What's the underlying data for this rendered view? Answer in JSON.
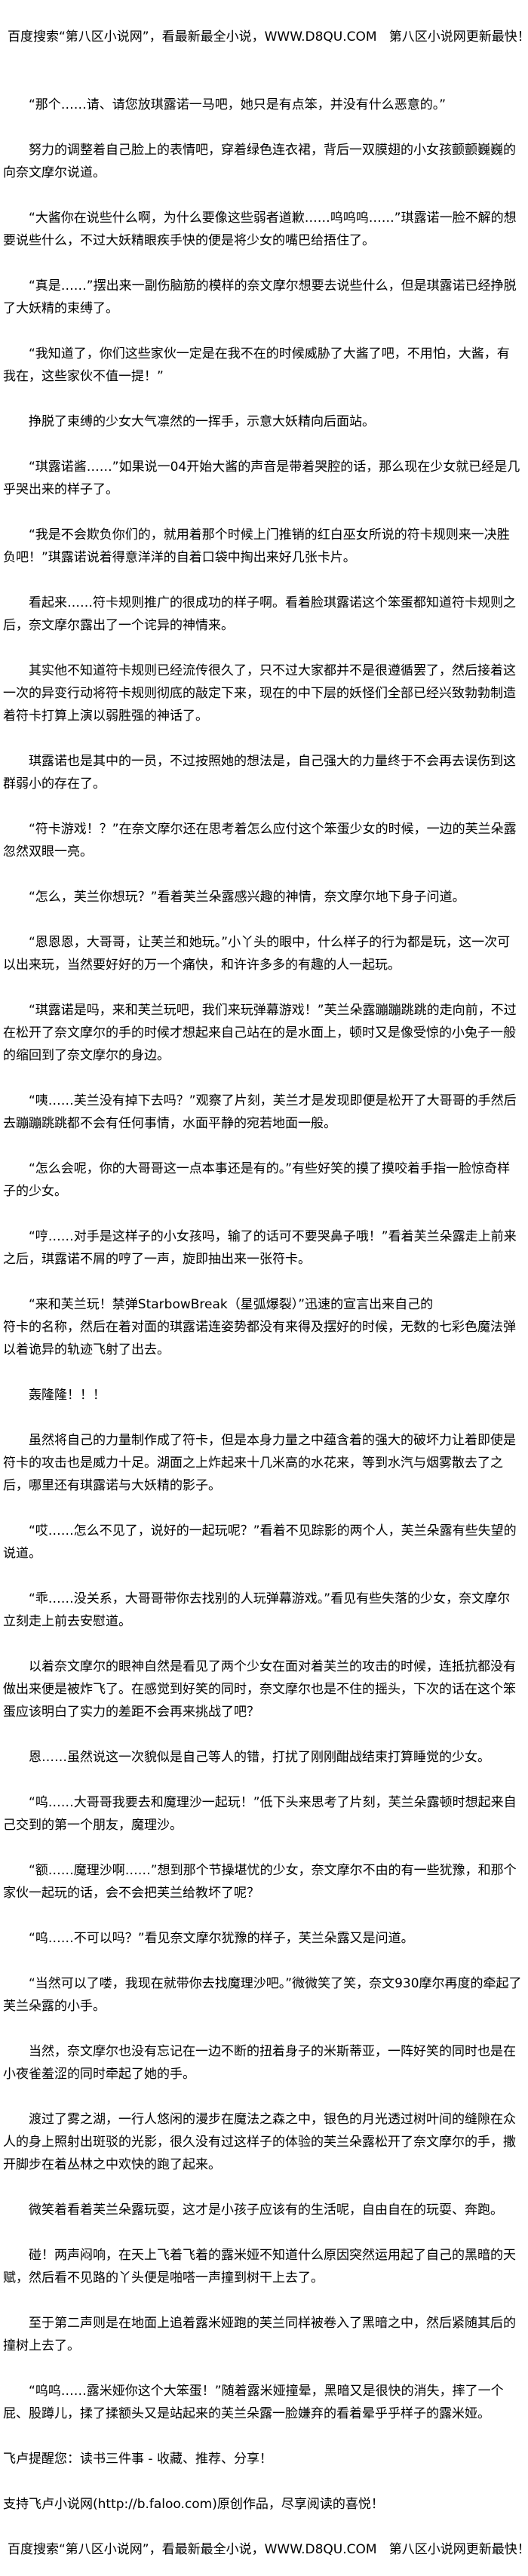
{
  "banner": "百度搜索“第八区小说网”，看最新最全小说，WWW.D8QU.COM   第八区小说网更新最快！",
  "paragraphs": [
    "“那个……请、请您放琪露诺一马吧，她只是有点笨，并没有什么恶意的。”",
    "努力的调整着自己脸上的表情吧，穿着绿色连衣裙，背后一双膜翅的小女孩颤颤巍巍的向奈文摩尔说道。",
    "“大酱你在说些什么啊，为什么要像这些弱者道歉……呜呜呜……”琪露诺一脸不解的想要说些什么，不过大妖精眼疾手快的便是将少女的嘴巴给捂住了。",
    "“真是……”摆出来一副伤脑筋的模样的奈文摩尔想要去说些什么，但是琪露诺已经挣脱了大妖精的束缚了。",
    "“我知道了，你们这些家伙一定是在我不在的时候威胁了大酱了吧，不用怕，大酱，有我在，这些家伙不值一提！”",
    "挣脱了束缚的少女大气凛然的一挥手，示意大妖精向后面站。",
    "“琪露诺酱……”如果说一04开始大酱的声音是带着哭腔的话，那么现在少女就已经是几乎哭出来的样子了。",
    "“我是不会欺负你们的，就用着那个时候上门推销的红白巫女所说的符卡规则来一决胜负吧！”琪露诺说着得意洋洋的自着口袋中掏出来好几张卡片。",
    "看起来……符卡规则推广的很成功的样子啊。看着脸琪露诺这个笨蛋都知道符卡规则之后，奈文摩尔露出了一个诧异的神情来。",
    "其实他不知道符卡规则已经流传很久了，只不过大家都并不是很遵循罢了，然后接着这一次的异变行动将符卡规则彻底的敲定下来，现在的中下层的妖怪们全部已经兴致勃勃制造着符卡打算上演以弱胜强的神话了。",
    "琪露诺也是其中的一员，不过按照她的想法是，自己强大的力量终于不会再去误伤到这群弱小的存在了。",
    "“符卡游戏！？”在奈文摩尔还在思考着怎么应付这个笨蛋少女的时候，一边的芙兰朵露忽然双眼一亮。",
    "“怎么，芙兰你想玩？”看着芙兰朵露感兴趣的神情，奈文摩尔地下身子问道。",
    "“恩恩恩，大哥哥，让芙兰和她玩。”小丫头的眼中，什么样子的行为都是玩，这一次可以出来玩，当然要好好的万一个痛快，和许许多多的有趣的人一起玩。",
    "“琪露诺是吗，来和芙兰玩吧，我们来玩弹幕游戏！”芙兰朵露蹦蹦跳跳的走向前，不过在松开了奈文摩尔的手的时候才想起来自己站在的是水面上，顿时又是像受惊的小兔子一般的缩回到了奈文摩尔的身边。",
    "“咦……芙兰没有掉下去吗？”观察了片刻，芙兰才是发现即便是松开了大哥哥的手然后去蹦蹦跳跳都不会有任何事情，水面平静的宛若地面一般。",
    "“怎么会呢，你的大哥哥这一点本事还是有的。”有些好笑的摸了摸咬着手指一脸惊奇样子的少女。",
    "“哼……对手是这样子的小女孩吗，输了的话可不要哭鼻子哦！”看着芙兰朵露走上前来之后，琪露诺不屑的哼了一声，旋即抽出来一张符卡。",
    "“来和芙兰玩！禁弹StarbowBreak（星弧爆裂）”迅速的宣言出来自己的\n符卡的名称，然后在着对面的琪露诺连姿势都没有来得及摆好的时候，无数的七彩色魔法弹以着诡异的轨迹飞射了出去。",
    "轰隆隆！！！",
    "虽然将自己的力量制作成了符卡，但是本身力量之中蕴含着的强大的破坏力让着即使是符卡的攻击也是威力十足。湖面之上炸起来十几米高的水花来，等到水汽与烟雾散去了之后，哪里还有琪露诺与大妖精的影子。",
    "“哎……怎么不见了，说好的一起玩呢？”看着不见踪影的两个人，芙兰朵露有些失望的说道。",
    "“乖……没关系，大哥哥带你去找别的人玩弹幕游戏。”看见有些失落的少女，奈文摩尔立刻走上前去安慰道。",
    "以着奈文摩尔的眼神自然是看见了两个少女在面对着芙兰的攻击的时候，连抵抗都没有做出来便是被炸飞了。在感觉到好笑的同时，奈文摩尔也是不住的摇头，下次的话在这个笨蛋应该明白了实力的差距不会再来挑战了吧？",
    "恩……虽然说这一次貌似是自己等人的错，打扰了刚刚酣战结束打算睡觉的少女。",
    "“呜……大哥哥我要去和魔理沙一起玩！”低下头来思考了片刻，芙兰朵露顿时想起来自己交到的第一个朋友，魔理沙。",
    "“额……魔理沙啊……”想到那个节操堪忧的少女，奈文摩尔不由的有一些犹豫，和那个家伙一起玩的话，会不会把芙兰给教坏了呢？",
    "“呜……不可以吗？”看见奈文摩尔犹豫的样子，芙兰朵露又是问道。",
    "“当然可以了喽，我现在就带你去找魔理沙吧。”微微笑了笑，奈文930摩尔再度的牵起了芙兰朵露的小手。",
    "当然，奈文摩尔也没有忘记在一边不断的扭着身子的米斯蒂亚，一阵好笑的同时也是在小夜雀羞涩的同时牵起了她的手。",
    "渡过了雾之湖，一行人悠闲的漫步在魔法之森之中，银色的月光透过树叶间的缝隙在众人的身上照射出斑驳的光影，很久没有过这样子的体验的芙兰朵露松开了奈文摩尔的手，撒开脚步在着丛林之中欢快的跑了起来。",
    "微笑着看着芙兰朵露玩耍，这才是小孩子应该有的生活呢，自由自在的玩耍、奔跑。",
    "碰！两声闷响，在天上飞着飞着的露米娅不知道什么原因突然运用起了自己的黑暗的天赋，然后看不见路的丫头便是啪嗒一声撞到树干上去了。",
    "至于第二声则是在地面上追着露米娅跑的芙兰同样被卷入了黑暗之中，然后紧随其后的撞树上去了。",
    "“呜呜……露米娅你这个大笨蛋！”随着露米娅撞晕，黑暗又是很快的消失，摔了一个屁、股蹲儿，揉了揉额头又是站起来的芙兰朵露一脸嫌弃的看着晕乎乎样子的露米娅。"
  ],
  "reminder": "飞卢提醒您：读书三件事 - 收藏、推荐、分享！",
  "support": "支持飞卢小说网(http://b.faloo.com)原创作品，尽享阅读的喜悦！"
}
